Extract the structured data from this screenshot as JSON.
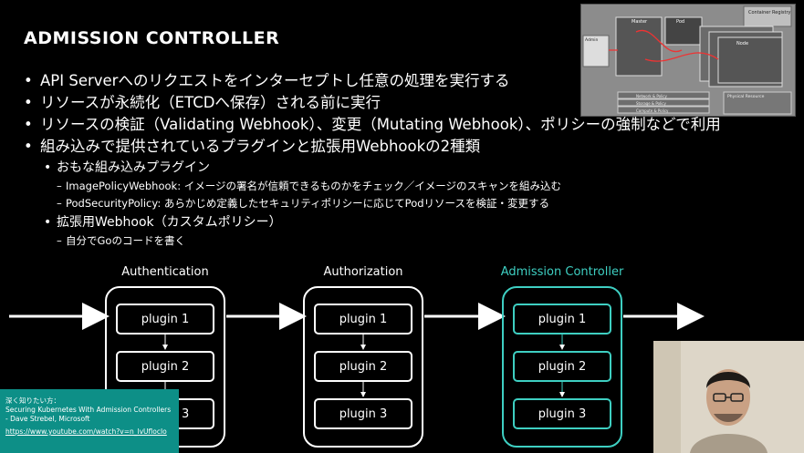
{
  "slide": {
    "title": "ADMISSION CONTROLLER",
    "bullets": [
      "API Serverへのリクエストをインターセプトし任意の処理を実行する",
      "リソースが永続化（ETCDへ保存）される前に実行",
      "リソースの検証（Validating Webhook）、変更（Mutating Webhook）、ポリシーの強制などで利用",
      "組み込みで提供されているプラグインと拡張用Webhookの2種類"
    ],
    "sub_bullets": [
      "おもな組み込みプラグイン",
      "拡張用Webhook（カスタムポリシー）"
    ],
    "sub_sub_bullets": [
      "ImagePolicyWebhook: イメージの署名が信頼できるものかをチェック／イメージのスキャンを組み込む",
      "PodSecurityPolicy: あらかじめ定義したセキュリティポリシーに応じてPodリソースを検証・変更する",
      "自分でGoのコードを書く"
    ]
  },
  "flow": {
    "stages": [
      {
        "label": "Authentication",
        "plugins": [
          "plugin 1",
          "plugin 2",
          "plugin 3"
        ]
      },
      {
        "label": "Authorization",
        "plugins": [
          "plugin 1",
          "plugin 2",
          "plugin 3"
        ]
      },
      {
        "label": "Admission Controller",
        "plugins": [
          "plugin 1",
          "plugin 2",
          "plugin 3"
        ]
      }
    ],
    "accent_color": "#3ecfc2"
  },
  "source": {
    "heading": "深く知りたい方：",
    "title": "Securing Kubernetes With Admission Controllers",
    "author": "- Dave Strebel, Microsoft",
    "url": "https://www.youtube.com/watch?v=n_lvUflocIo"
  },
  "thumbnail": {
    "labels": [
      "Container Registry",
      "Master",
      "Pod",
      "Node",
      "Admin",
      "Network & Policy",
      "Storage & Policy",
      "Compute & Policy",
      "Physical Resource"
    ]
  }
}
